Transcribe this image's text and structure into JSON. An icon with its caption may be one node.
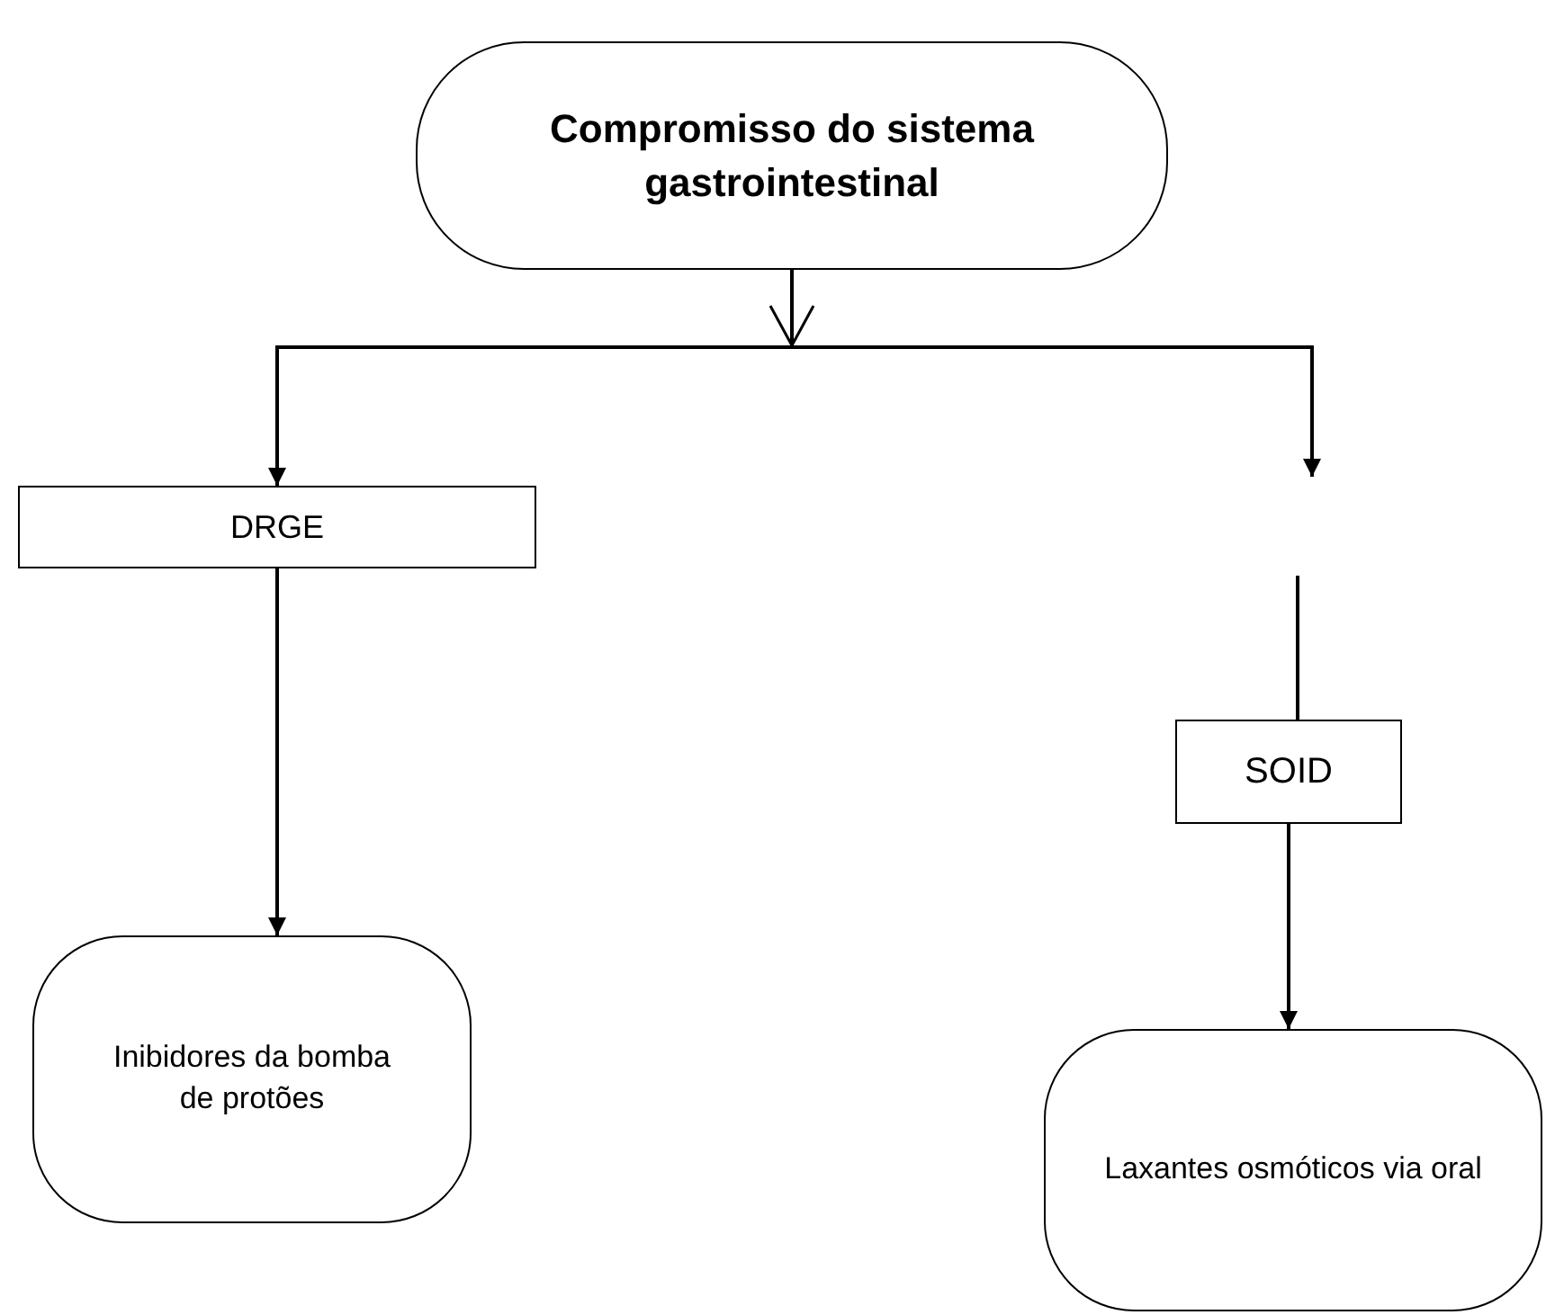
{
  "diagram": {
    "nodes": [
      {
        "text": [
          "Compromisso do sistema gastrointestinal"
        ]
      },
      {
        "text": [
          "DRGE"
        ]
      },
      {
        "text": [
          "Inibidores da bomba de protões"
        ]
      },
      {
        "text": [
          "SOID"
        ]
      },
      {
        "text": [
          "Laxantes osmóticos via oral"
        ]
      }
    ],
    "edges": [
      {
        "from": 0,
        "to": 1,
        "arrow": "to"
      },
      {
        "from": 0,
        "to": null,
        "arrow": "to"
      },
      {
        "from": null,
        "to": 3,
        "arrow": "none"
      },
      {
        "from": 1,
        "to": 2,
        "arrow": "to"
      },
      {
        "from": 3,
        "to": 4,
        "arrow": "to"
      }
    ]
  }
}
